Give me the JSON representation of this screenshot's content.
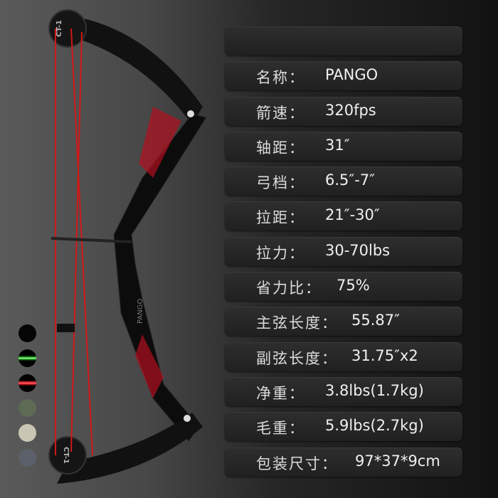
{
  "specs": [
    {
      "label": "名称：",
      "value": "PANGO"
    },
    {
      "label": "箭速：",
      "value": "320fps"
    },
    {
      "label": "轴距：",
      "value": "31″"
    },
    {
      "label": "弓档：",
      "value": "6.5″-7″"
    },
    {
      "label": "拉距：",
      "value": "21″-30″"
    },
    {
      "label": "拉力：",
      "value": "30-70lbs"
    },
    {
      "label": "省力比：",
      "value": "75%"
    },
    {
      "label": "主弦长度：",
      "value": "55.87″"
    },
    {
      "label": "副弦长度：",
      "value": "31.75″x2"
    },
    {
      "label": "净重：",
      "value": "3.8lbs(1.7kg)"
    },
    {
      "label": "毛重：",
      "value": "5.9lbs(2.7kg)"
    },
    {
      "label": "包装尺寸：",
      "value": "97*37*9cm"
    }
  ],
  "bow_markings": {
    "cam": "CT-1",
    "riser": "PANGO"
  },
  "color_options": [
    {
      "name": "black",
      "color": "#050505"
    },
    {
      "name": "black-green",
      "color": "#0a7a10"
    },
    {
      "name": "black-red",
      "color": "#e0202a"
    },
    {
      "name": "olive",
      "color": "#5d6b55"
    },
    {
      "name": "sand",
      "color": "#c9c7b4"
    },
    {
      "name": "slate",
      "color": "#5b606b"
    }
  ]
}
